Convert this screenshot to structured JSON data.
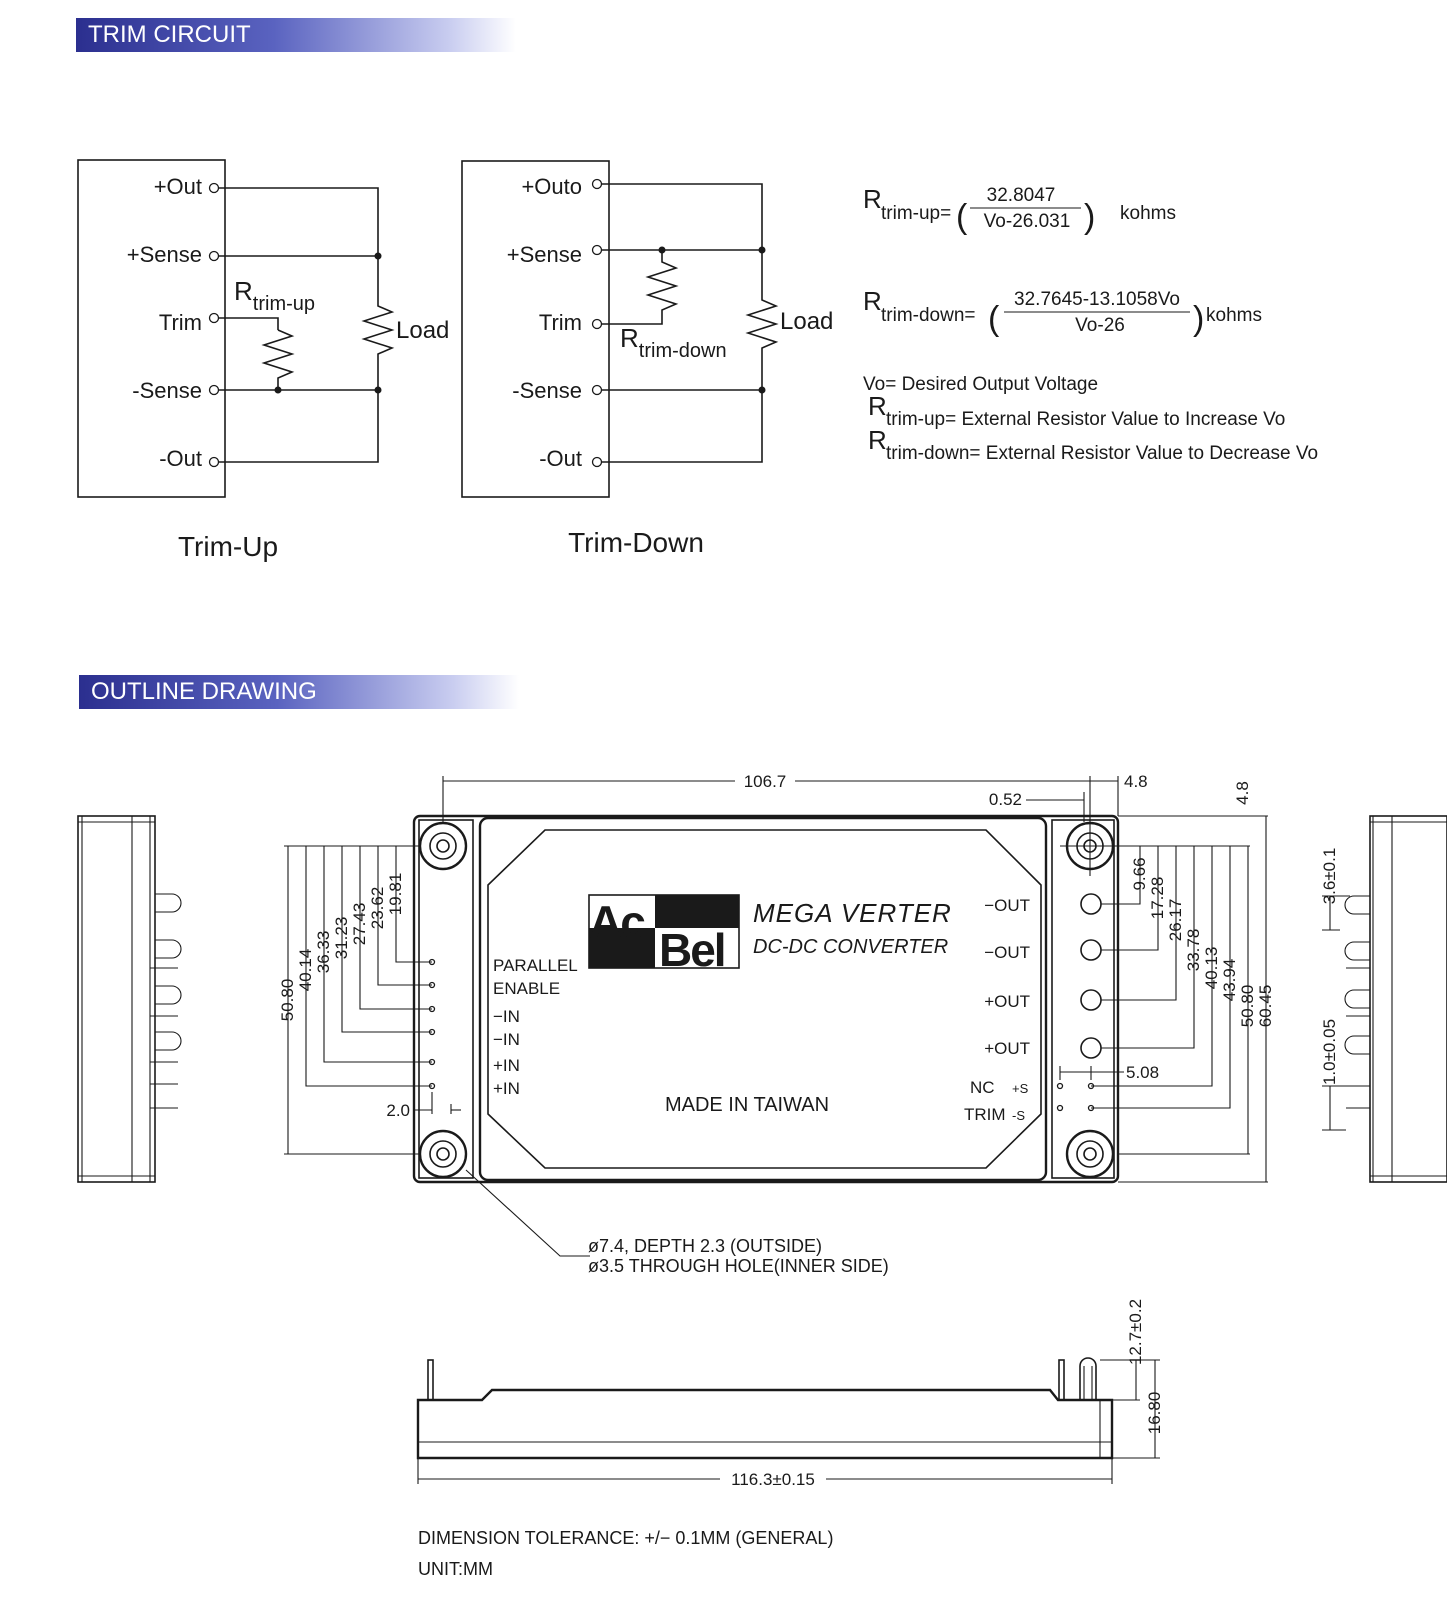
{
  "sections": {
    "trim_circuit": "TRIM CIRCUIT",
    "outline_drawing": "OUTLINE DRAWING"
  },
  "trim_up": {
    "caption": "Trim-Up",
    "pins": [
      "+Out",
      "+Sense",
      "Trim",
      "-Sense",
      "-Out"
    ],
    "resistor_main": "R",
    "resistor_sub": "trim-up",
    "load": "Load"
  },
  "trim_down": {
    "caption": "Trim-Down",
    "pins": [
      "+Outo",
      "+Sense",
      "Trim",
      "-Sense",
      "-Out"
    ],
    "resistor_main": "R",
    "resistor_sub": "trim-down",
    "load": "Load"
  },
  "formulas": {
    "up": {
      "r": "R",
      "sub": "trim-up=",
      "open": "(",
      "num": "32.8047",
      "den": "Vo-26.031",
      "close": ")",
      "unit": "kohms"
    },
    "down": {
      "r": "R",
      "sub": "trim-down=",
      "open": "(",
      "num": "32.7645-13.1058Vo",
      "den": "Vo-26",
      "close": ")",
      "unit": "kohms"
    },
    "notes": {
      "vo": "Vo= Desired Output Voltage",
      "up_r": "R",
      "up_text": "trim-up= External Resistor Value to Increase Vo",
      "down_r": "R",
      "down_text": "trim-down= External Resistor Value to Decrease Vo"
    }
  },
  "outline": {
    "brand": {
      "ac": "Ac",
      "bel": "Bel"
    },
    "product": {
      "line1": "MEGA VERTER",
      "line2": "DC-DC CONVERTER"
    },
    "made_in": "MADE IN TAIWAN",
    "left_pins": [
      "PARALLEL",
      "ENABLE",
      "−IN",
      "−IN",
      "+IN",
      "+IN"
    ],
    "right_pins": [
      "−OUT",
      "−OUT",
      "+OUT",
      "+OUT"
    ],
    "nc": "NC",
    "trim": "TRIM",
    "plus_s": "+S",
    "minus_s": "-S",
    "dims_top": {
      "width": "106.7",
      "pitch": "4.8",
      "offset": "0.52",
      "right_top": "4.8"
    },
    "dims_left": [
      "50.80",
      "40.14",
      "36.33",
      "31.23",
      "27.43",
      "23.62",
      "19.81"
    ],
    "dim_left_small": "2.0",
    "dims_right": [
      "9.66",
      "17.28",
      "26.17",
      "33.78",
      "40.13",
      "43.94",
      "50.80",
      "60.45"
    ],
    "dim_pin_spacing": "5.08",
    "dim_side_top": "3.6±0.1",
    "dim_side_pin": "1.0±0.05",
    "hole_note_1": "ø7.4,  DEPTH  2.3  (OUTSIDE)",
    "hole_note_2": "ø3.5  THROUGH  HOLE(INNER  SIDE)",
    "dim_length": "116.3±0.15",
    "dim_pin_height": "12.7±0.2",
    "dim_body_height": "16.80",
    "tolerance": "DIMENSION  TOLERANCE:  +/−  0.1MM  (GENERAL)",
    "unit": "UNIT:MM"
  }
}
